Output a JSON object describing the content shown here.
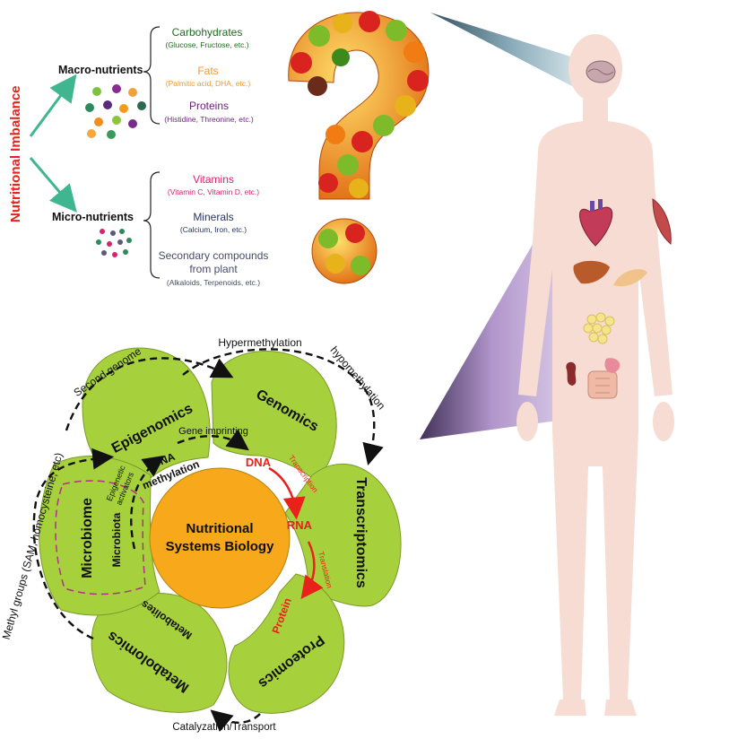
{
  "title_vertical": "Nutritional Imbalance",
  "macro": {
    "heading": "Macro-nutrients",
    "items": [
      {
        "name": "Carbohydrates",
        "detail": "(Glucose, Fructose, etc.)",
        "color": "#1e6b1e"
      },
      {
        "name": "Fats",
        "detail": "(Palmitic acid, DHA, etc.)",
        "color": "#f09a2a"
      },
      {
        "name": "Proteins",
        "detail": "(Histidine, Threonine, etc.)",
        "color": "#6a1d7a"
      }
    ]
  },
  "micro": {
    "heading": "Micro-nutrients",
    "items": [
      {
        "name": "Vitamins",
        "detail": "(Vitamin C, Vitamin D, etc.)",
        "color": "#d6246e"
      },
      {
        "name": "Minerals",
        "detail": "(Calcium, Iron, etc.)",
        "color": "#27355f"
      },
      {
        "name": "Secondary compounds",
        "name2": "from plant",
        "detail": "(Alkaloids, Terpenoids, etc.)",
        "color": "#4a4a6a"
      }
    ]
  },
  "flower": {
    "center_line1": "Nutritional",
    "center_line2": "Systems Biology",
    "petals": {
      "epigenomics": "Epigenomics",
      "genomics": "Genomics",
      "transcriptomics": "Transcriptomics",
      "proteomics": "Proteomics",
      "metabolomics": "Metabolomics",
      "microbiome": "Microbiome"
    },
    "inner": {
      "dna_methylation_1": "DNA",
      "dna_methylation_2": "methylation",
      "microbiota": "Microbiota",
      "epigenetic_1": "Epigenetic",
      "epigenetic_2": "activators",
      "metabolites": "Metabolites",
      "dna": "DNA",
      "rna": "RNA",
      "protein": "Protein",
      "transcription": "Transcription",
      "translation": "Translation"
    },
    "arrows": {
      "gene_imprinting": "Gene imprinting",
      "second_genome": "Second genome",
      "hypermethylation": "Hypermethylation",
      "hypomethylation": "hypomethylation",
      "methyl_groups": "Methyl groups (SAM, homocysteine, etc)",
      "catalyzation": "Catalyzation/Transport"
    }
  },
  "colors": {
    "petal": "#a6d13c",
    "petal_stroke": "#7a9a2a",
    "center": "#f7a81b",
    "accent_red": "#e8221b",
    "body_skin": "#f6dcd3",
    "arrow_teal": "#3fb68f"
  }
}
